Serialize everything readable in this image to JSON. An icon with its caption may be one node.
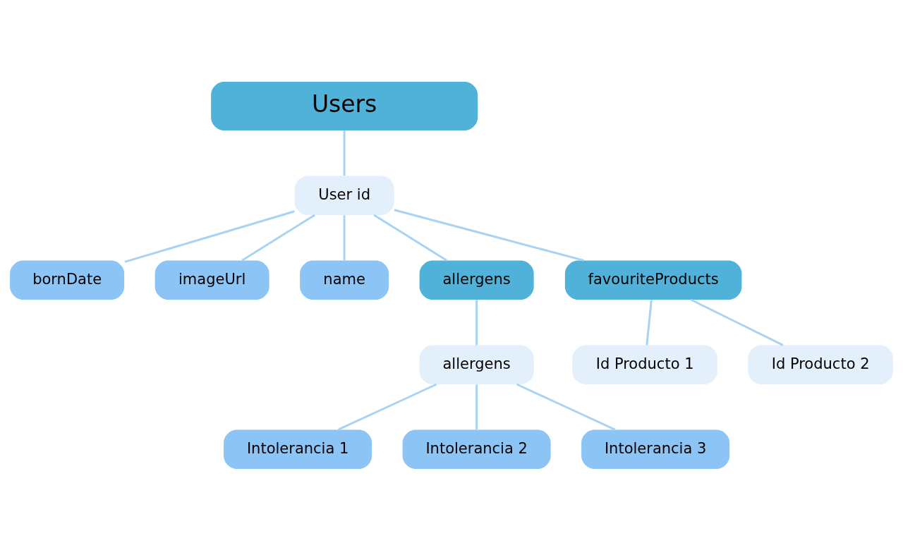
{
  "diagram": {
    "nodes": [
      {
        "text": [
          "Users"
        ]
      },
      {
        "text": [
          "User id"
        ]
      },
      {
        "text": [
          "bornDate"
        ]
      },
      {
        "text": [
          "imageUrl"
        ]
      },
      {
        "text": [
          "name"
        ]
      },
      {
        "text": [
          "allergens"
        ]
      },
      {
        "text": [
          "favouriteProducts"
        ]
      },
      {
        "text": [
          "allergens"
        ]
      },
      {
        "text": [
          "Intolerancia 1"
        ]
      },
      {
        "text": [
          "Intolerancia 2"
        ]
      },
      {
        "text": [
          "Intolerancia 3"
        ]
      },
      {
        "text": [
          "Id Producto 1"
        ]
      },
      {
        "text": [
          "Id Producto 2"
        ]
      }
    ],
    "edges": [
      {
        "from": 0,
        "to": 1,
        "arrow": "none"
      },
      {
        "from": 1,
        "to": 2,
        "arrow": "none"
      },
      {
        "from": 1,
        "to": 3,
        "arrow": "none"
      },
      {
        "from": 1,
        "to": 4,
        "arrow": "none"
      },
      {
        "from": 1,
        "to": 5,
        "arrow": "none"
      },
      {
        "from": 1,
        "to": 6,
        "arrow": "none"
      },
      {
        "from": 5,
        "to": 7,
        "arrow": "none"
      },
      {
        "from": 7,
        "to": 8,
        "arrow": "none"
      },
      {
        "from": 7,
        "to": 9,
        "arrow": "none"
      },
      {
        "from": 7,
        "to": 10,
        "arrow": "none"
      },
      {
        "from": 6,
        "to": 11,
        "arrow": "none"
      },
      {
        "from": 6,
        "to": 12,
        "arrow": "none"
      }
    ]
  }
}
